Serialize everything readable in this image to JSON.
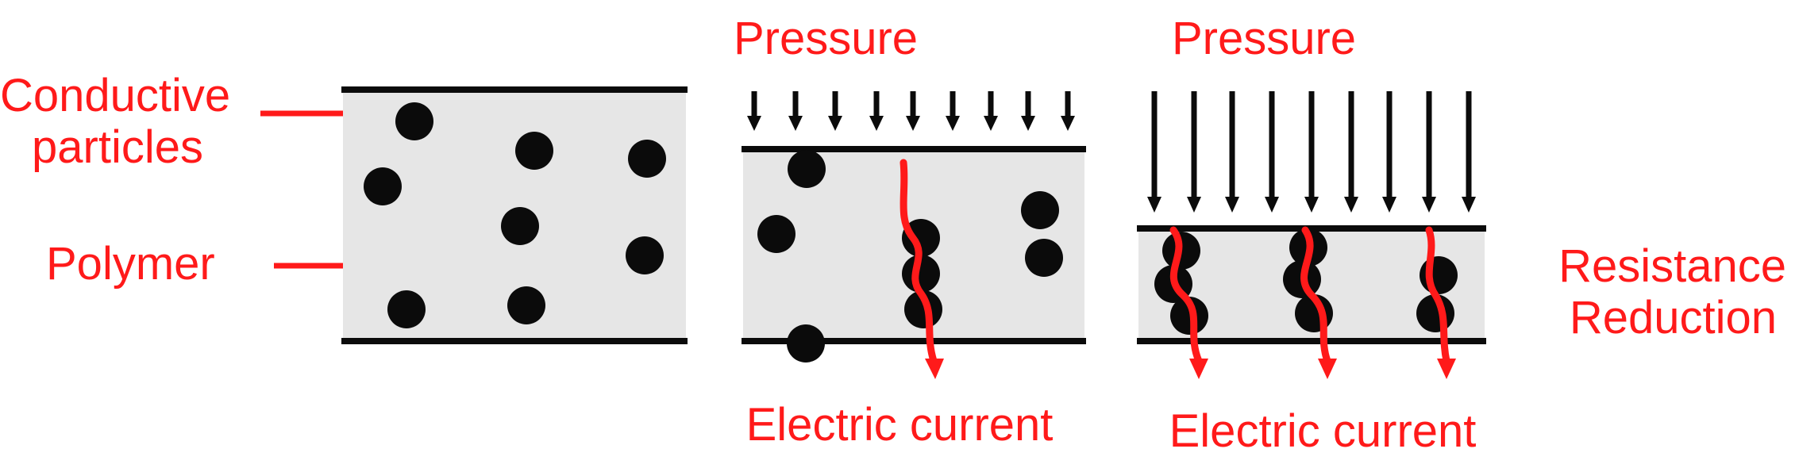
{
  "labels": {
    "conductive_line1": "Conductive",
    "conductive_line2": "particles",
    "polymer": "Polymer",
    "pressure_1": "Pressure",
    "pressure_2": "Pressure",
    "current_1": "Electric current",
    "current_2": "Electric current",
    "resistance_line1": "Resistance",
    "resistance_line2": "Reduction"
  },
  "colors": {
    "label": "#ff1a1a",
    "polymer_fill": "#e6e6e6",
    "particle": "#0b0b0b"
  }
}
